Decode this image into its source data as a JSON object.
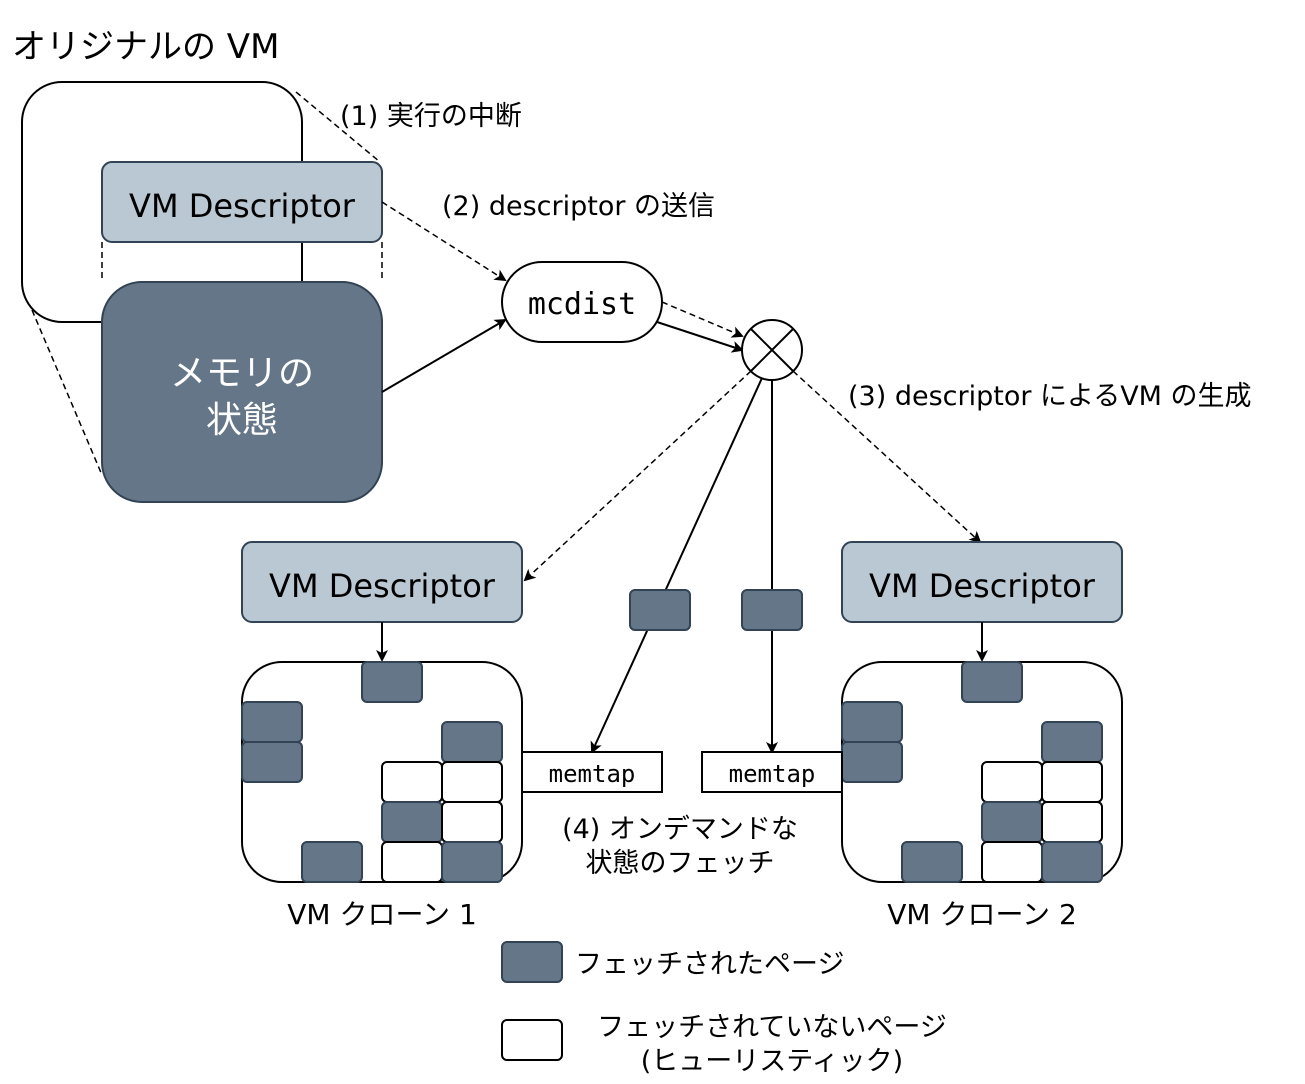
{
  "title": "オリジナルの VM",
  "original_vm": {
    "descriptor_label": "VM Descriptor",
    "memory_state_label_line1": "メモリの",
    "memory_state_label_line2": "状態"
  },
  "steps": {
    "step1": "(1) 実行の中断",
    "step2": "(2) descriptor の送信",
    "step3": "(3) descriptor によるVM の生成",
    "step4_line1": "(4) オンデマンドな",
    "step4_line2": "状態のフェッチ"
  },
  "mcdist_label": "mcdist",
  "multicast_icon": "circle-x-icon",
  "clones": [
    {
      "descriptor_label": "VM Descriptor",
      "memtap_label": "memtap",
      "caption": "VM クローン 1"
    },
    {
      "descriptor_label": "VM Descriptor",
      "memtap_label": "memtap",
      "caption": "VM クローン 2"
    }
  ],
  "legend": {
    "fetched_label": "フェッチされたページ",
    "unfetched_label_line1": "フェッチされていないページ",
    "unfetched_label_line2": "(ヒューリスティック)"
  },
  "colors": {
    "fetched_page": "#647687",
    "descriptor_fill": "#bac8d3",
    "border_dark": "#314354"
  }
}
